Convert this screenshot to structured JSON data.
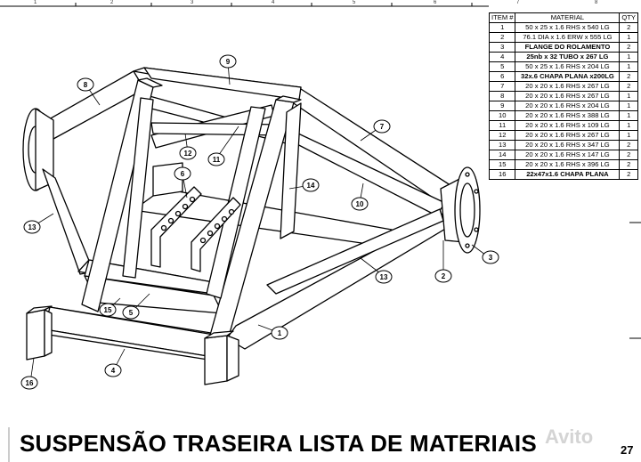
{
  "grid_numbers": [
    "1",
    "2",
    "3",
    "4",
    "5",
    "6",
    "7",
    "8"
  ],
  "bom": {
    "headers": [
      "ITEM #",
      "MATERIAL",
      "QTY"
    ],
    "rows": [
      [
        "1",
        "50 x 25 x 1.6 RHS x 540 LG",
        "2"
      ],
      [
        "2",
        "76.1 DIA x 1.6 ERW x 555 LG",
        "1"
      ],
      [
        "3",
        "FLANGE DO ROLAMENTO",
        "2"
      ],
      [
        "4",
        "25nb x 32 TUBO x 267 LG",
        "1"
      ],
      [
        "5",
        "50 x 25 x 1.6 RHS x 204 LG",
        "1"
      ],
      [
        "6",
        "32x.6 CHAPA PLANA x200LG",
        "2"
      ],
      [
        "7",
        "20 x 20 x 1.6 RHS x 267 LG",
        "2"
      ],
      [
        "8",
        "20 x 20 x 1.6 RHS x 267 LG",
        "1"
      ],
      [
        "9",
        "20 x 20 x 1.6 RHS x 204 LG",
        "1"
      ],
      [
        "10",
        "20 x 20 x 1.6 RHS x 388 LG",
        "1"
      ],
      [
        "11",
        "20 x 20 x 1.6 RHS x 109 LG",
        "1"
      ],
      [
        "12",
        "20 x 20 x 1.6 RHS x 267 LG",
        "1"
      ],
      [
        "13",
        "20 x 20 x 1.6 RHS x 347 LG",
        "2"
      ],
      [
        "14",
        "20 x 20 x 1.6 RHS x 147 LG",
        "2"
      ],
      [
        "15",
        "20 x 20 x 1.6 RHS x 396 LG",
        "2"
      ],
      [
        "16",
        "22x47x1.6 CHAPA PLANA",
        "2"
      ]
    ]
  },
  "callouts": [
    "1",
    "2",
    "3",
    "4",
    "5",
    "6",
    "7",
    "8",
    "9",
    "10",
    "11",
    "12",
    "13",
    "13",
    "14",
    "15",
    "16"
  ],
  "title": "SUSPENSÃO TRASEIRA LISTA DE MATERIAIS",
  "page_number": "27",
  "watermark": "Avito"
}
